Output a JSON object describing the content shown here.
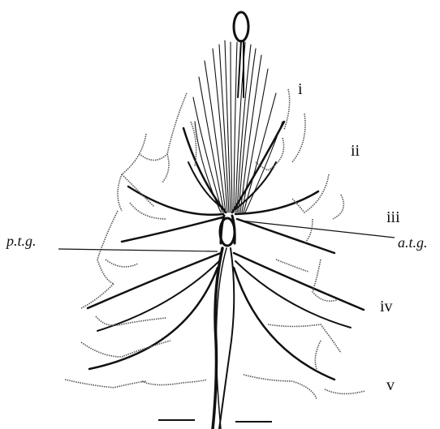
{
  "labels": {
    "segment_i": "i",
    "segment_ii": "ii",
    "segment_iii": "iii",
    "segment_iv": "iv",
    "segment_v": "v",
    "posterior_label": "p.t.g.",
    "anterior_label": "a.t.g."
  },
  "colors": {
    "ink": "#111111",
    "shading": "#555555",
    "paper": "#ffffff"
  }
}
